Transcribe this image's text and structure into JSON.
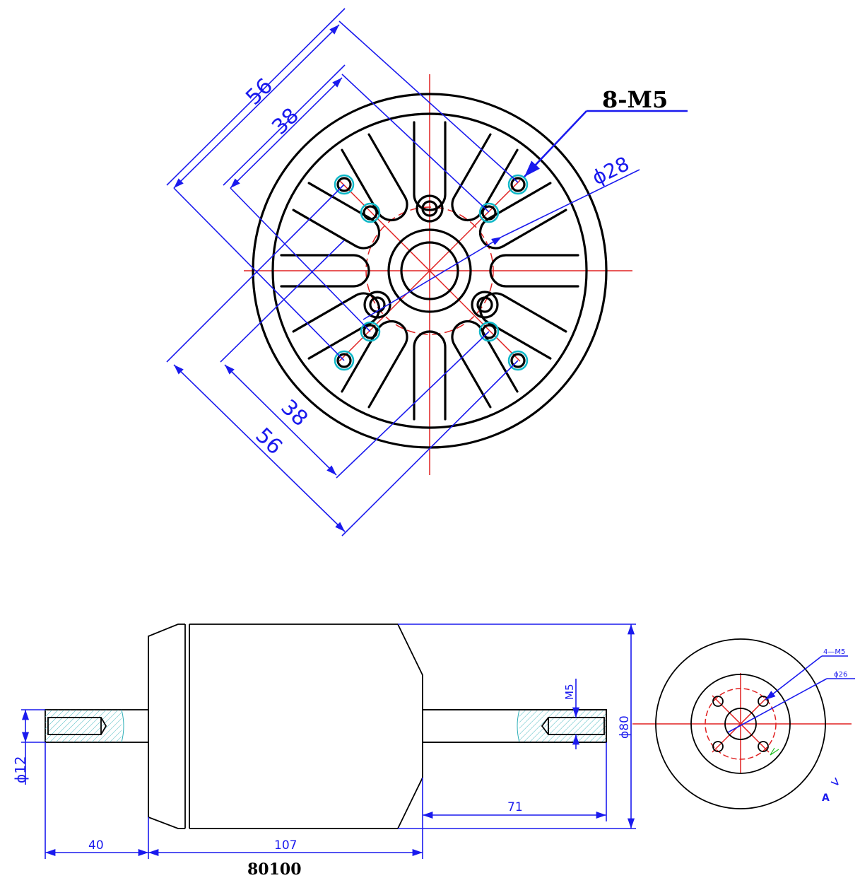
{
  "top_view": {
    "dims": {
      "outer_56_a": "56",
      "inner_38_a": "38",
      "inner_38_b": "38",
      "outer_56_b": "56",
      "bolt_circle": "ϕ28",
      "thread_callout": "8-M5"
    }
  },
  "side_view": {
    "dims": {
      "shaft_diameter": "ϕ12",
      "shaft_length": "40",
      "body_length": "107",
      "shaft_front": "71",
      "thread": "M5",
      "body_diameter": "ϕ80"
    }
  },
  "front_view": {
    "dims": {
      "holes": "4—M5",
      "bolt_circle": "ϕ26",
      "section_label": "A"
    }
  },
  "model": "80100"
}
